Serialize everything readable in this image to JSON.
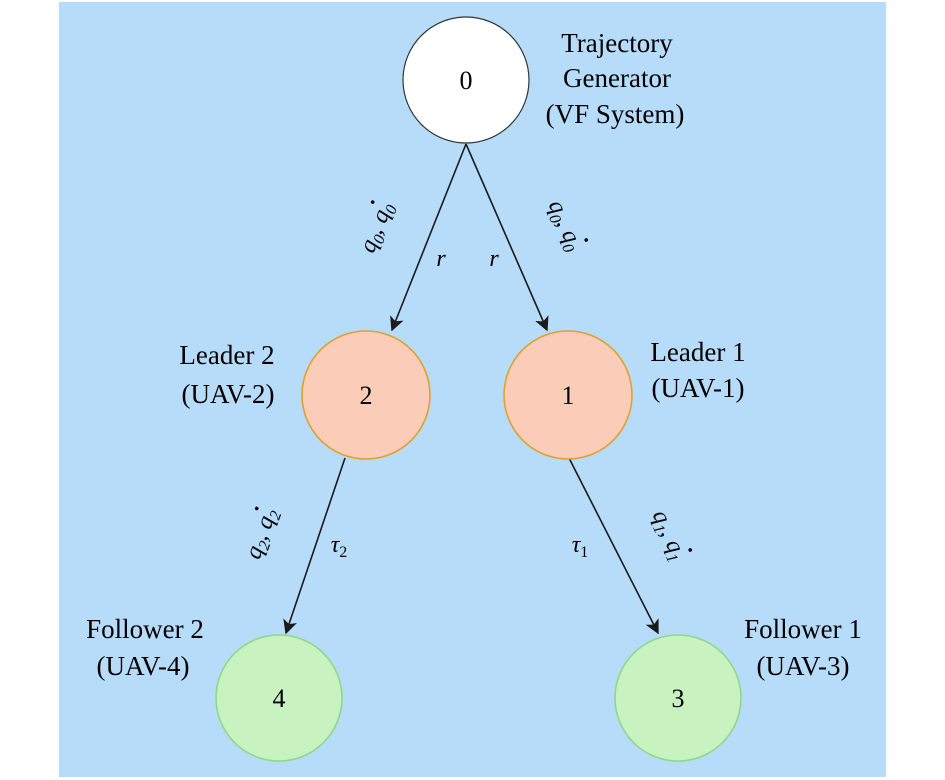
{
  "colors": {
    "background": "#b6dcfa",
    "edge": "#1a1a1a",
    "generator_fill": "#ffffff",
    "generator_stroke": "#333333",
    "leader_fill": "#fbcdb9",
    "leader_stroke": "#e0a030",
    "follower_fill": "#c8f2c0",
    "follower_stroke": "#8fd88a"
  },
  "nodes": {
    "generator": {
      "id": "0",
      "label_lines": [
        "Trajectory",
        "Generator",
        "(VF System)"
      ]
    },
    "leader1": {
      "id": "1",
      "label_lines": [
        "Leader 1",
        "(UAV-1)"
      ]
    },
    "leader2": {
      "id": "2",
      "label_lines": [
        "Leader 2",
        "(UAV-2)"
      ]
    },
    "follower1": {
      "id": "3",
      "label_lines": [
        "Follower 1",
        "(UAV-3)"
      ]
    },
    "follower2": {
      "id": "4",
      "label_lines": [
        "Follower 2",
        "(UAV-4)"
      ]
    }
  },
  "edges": {
    "gen_to_leader2": {
      "signal": "q",
      "signal_sub": "0",
      "signal_dot": "q",
      "signal_dot_sub": "0",
      "link": "r"
    },
    "gen_to_leader1": {
      "signal": "q",
      "signal_sub": "0",
      "signal_dot": "q",
      "signal_dot_sub": "0",
      "link": "r"
    },
    "leader2_to_follower2": {
      "signal": "q",
      "signal_sub": "2",
      "signal_dot": "q",
      "signal_dot_sub": "2",
      "link": "τ",
      "link_sub": "2"
    },
    "leader1_to_follower1": {
      "signal": "q",
      "signal_sub": "1",
      "signal_dot": "q",
      "signal_dot_sub": "1",
      "link": "τ",
      "link_sub": "1"
    }
  },
  "separator": ","
}
